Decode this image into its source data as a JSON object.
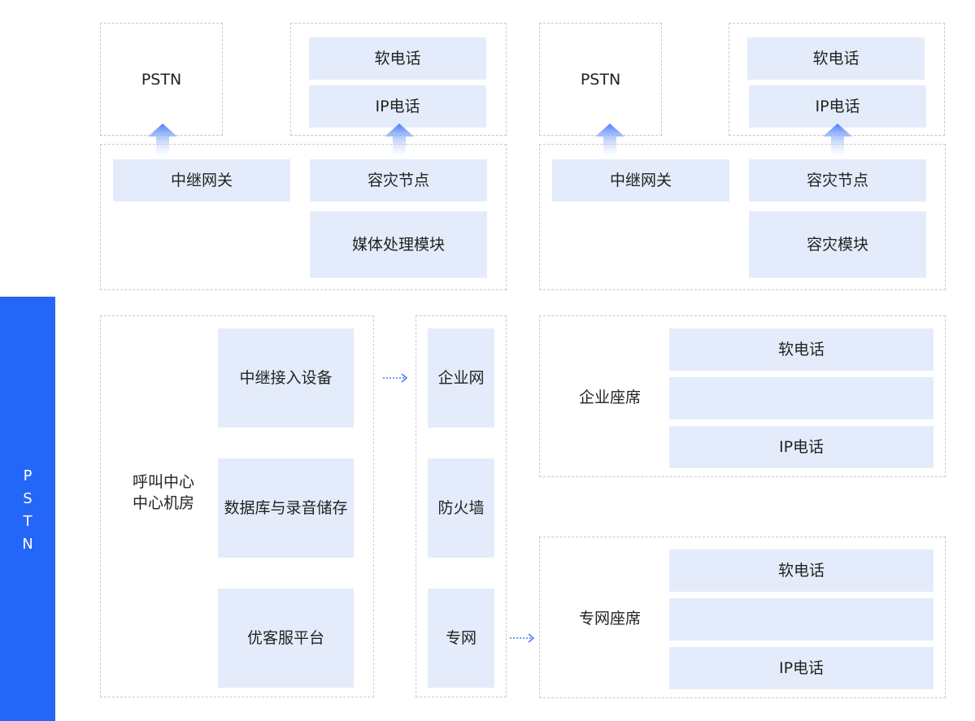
{
  "sidebar": {
    "label": "P\nS\nT\nN",
    "letters": [
      "P",
      "S",
      "T",
      "N"
    ],
    "color": "#2366f8"
  },
  "colors": {
    "box_fill": "#e4ecfb",
    "arrow_blue": "#4a7cf6",
    "dashed_border": "#c9c9c9"
  },
  "top_left": {
    "pstn": "PSTN",
    "phones": [
      "软电话",
      "IP电话"
    ],
    "gateway": "中继网关",
    "dr_node": "容灾节点",
    "media": "媒体处理模块"
  },
  "top_right": {
    "pstn": "PSTN",
    "phones": [
      "软电话",
      "IP电话"
    ],
    "gateway": "中继网关",
    "dr_node": "容灾节点",
    "dr_module": "容灾模块"
  },
  "call_center": {
    "label_line1": "呼叫中心",
    "label_line2": "中心机房",
    "devices": [
      "中继接入设备",
      "数据库与录音储存",
      "优客服平台"
    ]
  },
  "network": [
    "企业网",
    "防火墙",
    "专网"
  ],
  "enterprise_seat": {
    "label": "企业座席",
    "items": [
      "软电话",
      "",
      "IP电话"
    ]
  },
  "private_seat": {
    "label": "专网座席",
    "items": [
      "软电话",
      "",
      "IP电话"
    ]
  }
}
